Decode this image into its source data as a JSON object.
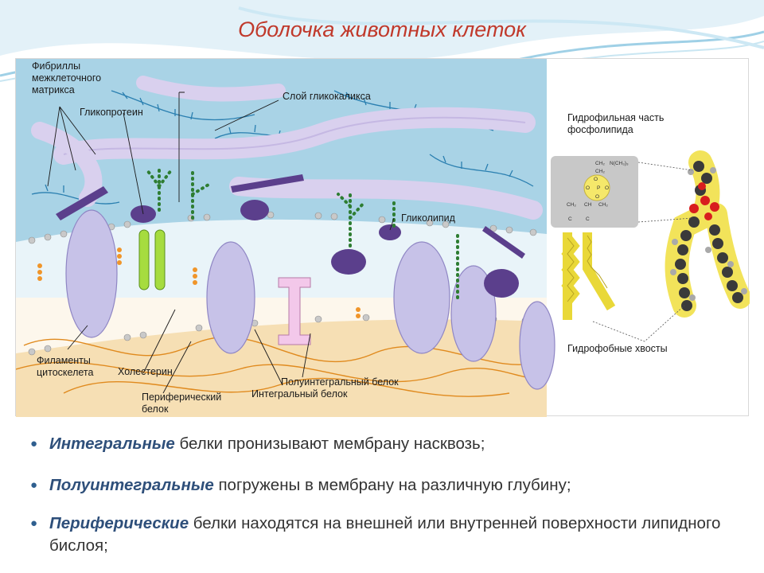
{
  "title": "Оболочка животных клеток",
  "labels": {
    "fibrils": "Фибриллы межклеточного матрикса",
    "glycoprotein": "Гликопротеин",
    "glycocalyx": "Слой гликокаликса",
    "glycolipid": "Гликолипид",
    "filaments": "Филаменты цитоскелета",
    "cholesterol": "Холестерин",
    "peripheral": "Периферический белок",
    "integral": "Интегральный белок",
    "semi_integral": "Полуинтегральный белок",
    "hydrophilic": "Гидрофильная часть фосфолипида",
    "hydrophobic": "Гидрофобные хвосты"
  },
  "chem": {
    "ch2_a": "CH₂",
    "nch3": "N(CH₃)₃",
    "ch2_b": "CH₂",
    "o1": "O",
    "p": "P",
    "o2": "O",
    "ch2_c": "CH₂",
    "ch": "CH",
    "ch2_d": "CH₂",
    "o3": "O",
    "c1": "C",
    "o4": "O",
    "c2": "C"
  },
  "bullets": [
    {
      "term": "Интегральные",
      "rest": " белки пронизывают мембрану насквозь;"
    },
    {
      "term": "Полуинтегральные",
      "rest": " погружены в мембрану на различную глубину;"
    },
    {
      "term": "Периферические",
      "rest": " белки находятся на внешней или внутренней поверхности липидного бислоя;"
    }
  ],
  "colors": {
    "title": "#c0392b",
    "term": "#2e4f7a",
    "water": "#a9d3e6",
    "cytoplasm": "#f6dfb4",
    "protein": "#c7c2e8",
    "glyco": "#2e7d32",
    "phospholipid_tail": "#f2e35a"
  }
}
